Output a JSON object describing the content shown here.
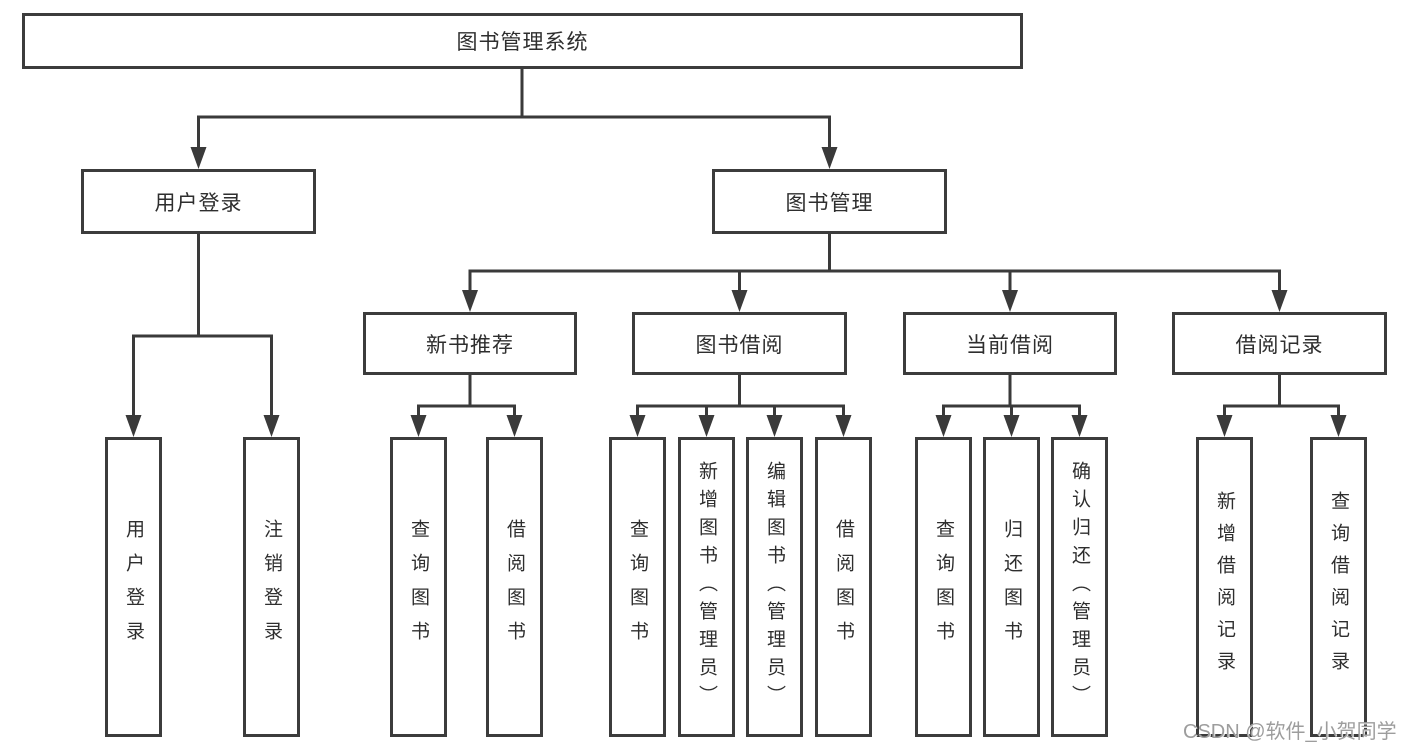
{
  "tree": {
    "label": "图书管理系统",
    "children": [
      {
        "label": "用户登录",
        "children": [
          {
            "label": "用户登录"
          },
          {
            "label": "注销登录"
          }
        ]
      },
      {
        "label": "图书管理",
        "children": [
          {
            "label": "新书推荐",
            "children": [
              {
                "label": "查询图书"
              },
              {
                "label": "借阅图书"
              }
            ]
          },
          {
            "label": "图书借阅",
            "children": [
              {
                "label": "查询图书"
              },
              {
                "label": "新增图书（管理员）"
              },
              {
                "label": "编辑图书（管理员）"
              },
              {
                "label": "借阅图书"
              }
            ]
          },
          {
            "label": "当前借阅",
            "children": [
              {
                "label": "查询图书"
              },
              {
                "label": "归还图书"
              },
              {
                "label": "确认归还（管理员）"
              }
            ]
          },
          {
            "label": "借阅记录",
            "children": [
              {
                "label": "新增借阅记录"
              },
              {
                "label": "查询借阅记录"
              }
            ]
          }
        ]
      }
    ]
  },
  "watermark": {
    "text": "CSDN @软件_小贺同学"
  },
  "colors": {
    "line": "#3a3a3a",
    "box_border": "#3c3c3c",
    "text": "#2e2e2e",
    "watermark": "#9d9d9d",
    "background": "#ffffff"
  }
}
